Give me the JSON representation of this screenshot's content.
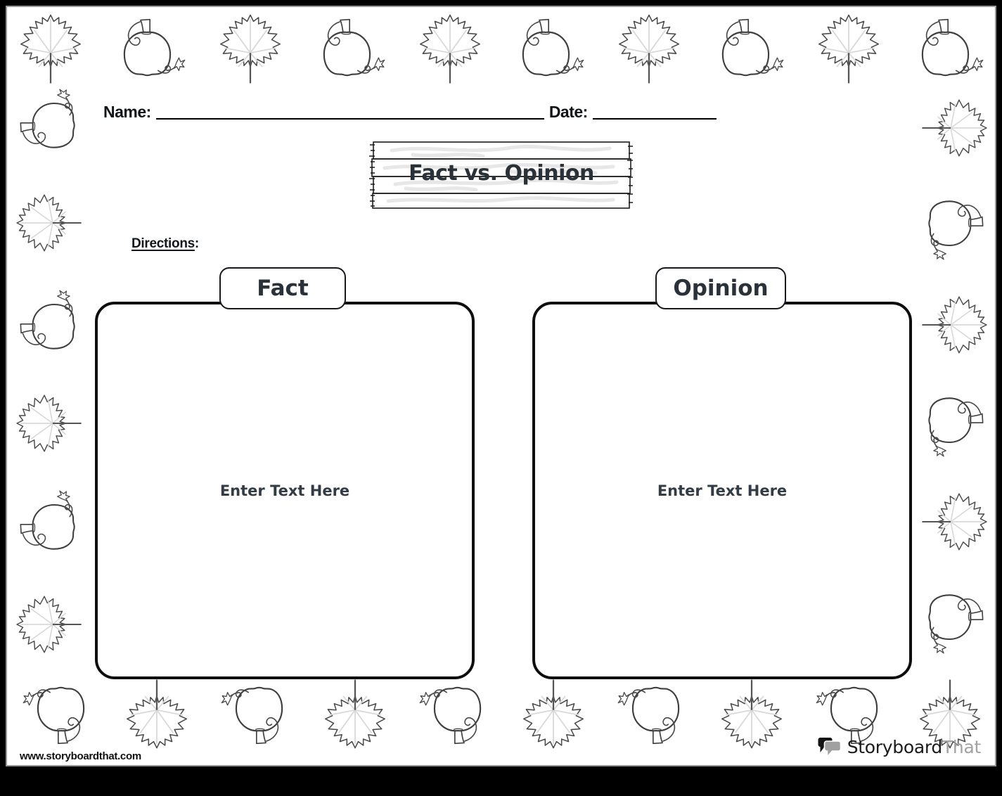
{
  "header": {
    "name_label": "Name:",
    "date_label": "Date:"
  },
  "title": {
    "text": "Fact vs. Opinion"
  },
  "directions": {
    "label": "Directions",
    "colon": ":"
  },
  "columns": [
    {
      "tab": "Fact",
      "placeholder": "Enter Text Here"
    },
    {
      "tab": "Opinion",
      "placeholder": "Enter Text Here"
    }
  ],
  "footer": {
    "website": "www.storyboardthat.com",
    "logo_black": "Storyboard",
    "logo_gray": "That"
  },
  "icons": {
    "decorations": [
      "maple-leaf-icon",
      "pumpkin-icon"
    ],
    "logo": "speech-bubbles-icon",
    "title_banner": "wood-sign"
  },
  "colors": {
    "ink": "#0e0e0e",
    "slate_text": "#2b3139",
    "logo_gray": "#a2a2a2",
    "leaf_vein": "#d9d9d9",
    "frame": "#000000"
  }
}
